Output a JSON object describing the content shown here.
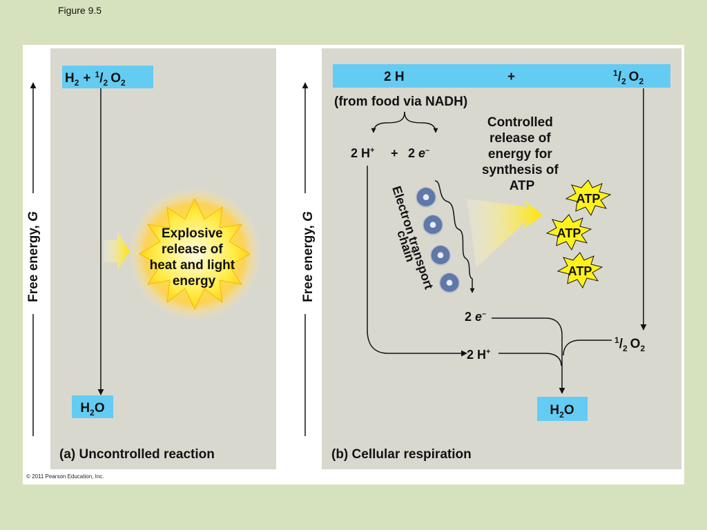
{
  "figure_label": "Figure 9.5",
  "copyright": "© 2011 Pearson Education, Inc.",
  "axis": {
    "label": "Free energy, ",
    "symbol": "G"
  },
  "panel_a": {
    "reactants": {
      "h": "H",
      "h_sub": "2",
      "plus": "+",
      "half_num": "1",
      "half_den": "2",
      "o": "O",
      "o_sub": "2"
    },
    "product": {
      "h": "H",
      "sub": "2",
      "o": "O"
    },
    "burst_text": [
      "Explosive",
      "release of",
      "heat and light",
      "energy"
    ],
    "caption": "(a) Uncontrolled reaction"
  },
  "panel_b": {
    "top_left": "2 H",
    "top_plus": "+",
    "top_right": {
      "half_num": "1",
      "half_den": "2",
      "o": "O",
      "o_sub": "2"
    },
    "food": "(from food via NADH)",
    "protons": {
      "text": "2 H",
      "sup": "+"
    },
    "plus": "+",
    "electrons": {
      "num": "2 ",
      "e": "e",
      "sup": "–"
    },
    "controlled_text": [
      "Controlled",
      "release of",
      "energy for",
      "synthesis of",
      "ATP"
    ],
    "etc_text": [
      "Electron transport",
      "chain"
    ],
    "atp": [
      "ATP",
      "ATP",
      "ATP"
    ],
    "electrons_out": {
      "num": "2 ",
      "e": "e",
      "sup": "–"
    },
    "oxygen_in": {
      "half_num": "1",
      "half_den": "2",
      "o": "O",
      "o_sub": "2"
    },
    "protons_out": {
      "text": "2 H",
      "sup": "+"
    },
    "product": {
      "h": "H",
      "sub": "2",
      "o": "O"
    },
    "caption": "(b) Cellular respiration"
  },
  "colors": {
    "box": "#64ccf2",
    "panel": "#d9d8cf",
    "background": "#d6e2bd",
    "atp_star": "#fff21a",
    "glow": "#ffe000"
  }
}
